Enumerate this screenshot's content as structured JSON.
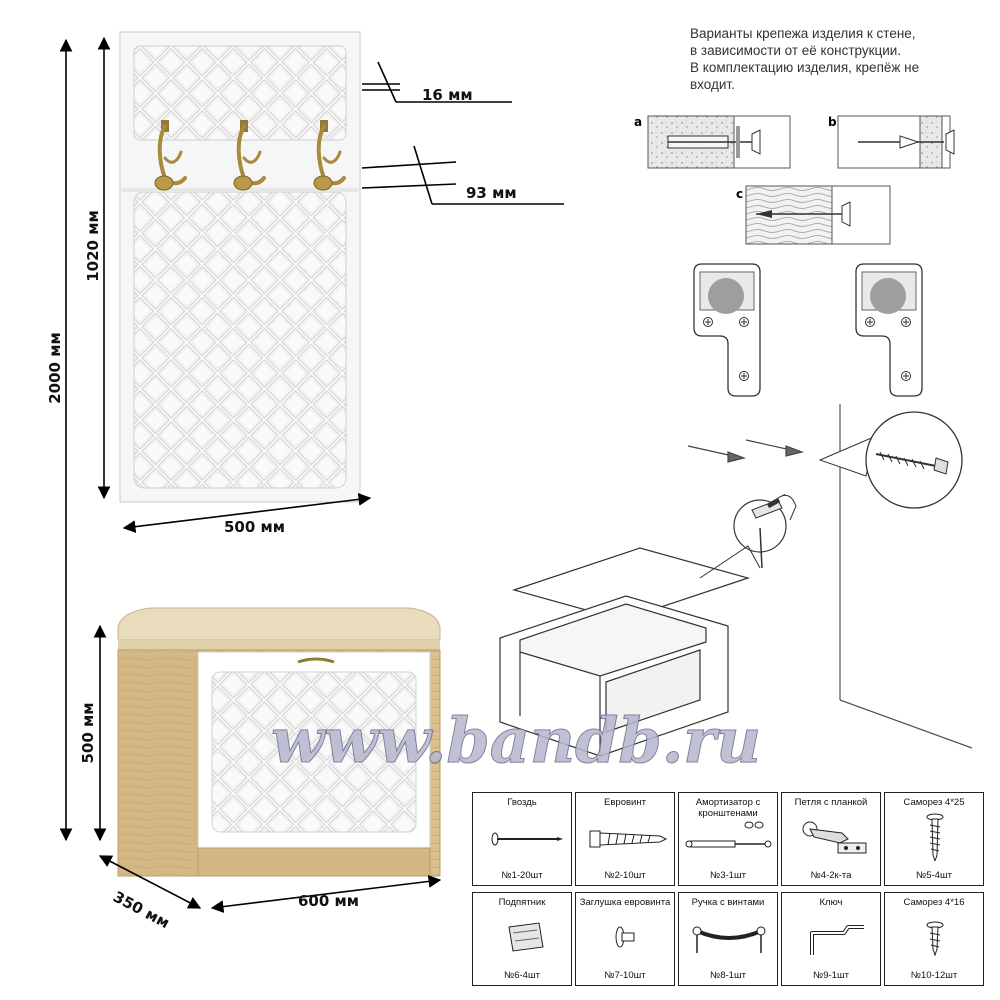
{
  "dimensions": {
    "panel_height": "1020 мм",
    "total_height": "2000 мм",
    "panel_width": "500 мм",
    "panel_thickness": "16 мм",
    "hook_depth": "93 мм",
    "bench_height": "500 мм",
    "bench_depth": "350 мм",
    "bench_width": "600 мм"
  },
  "mounting_note": {
    "lines": [
      "Варианты крепежа изделия к стене,",
      "в зависимости от её конструкции.",
      "В комплектацию изделия, крепёж не",
      "входит."
    ],
    "variants": [
      "a",
      "b",
      "c"
    ]
  },
  "watermark": "www.bandb.ru",
  "parts": [
    {
      "name": "Гвоздь",
      "qty": "№1-20шт",
      "icon": "nail-icon"
    },
    {
      "name": "Евровинт",
      "qty": "№2-10шт",
      "icon": "eurovint-icon"
    },
    {
      "name": "Амортизатор с кронштенами",
      "qty": "№3-1шт",
      "icon": "gas-strut-icon"
    },
    {
      "name": "Петля с планкой",
      "qty": "№4-2к-та",
      "icon": "hinge-icon"
    },
    {
      "name": "Саморез 4*25",
      "qty": "№5-4шт",
      "icon": "screw-icon"
    },
    {
      "name": "Подпятник",
      "qty": "№6-4шт",
      "icon": "foot-pad-icon"
    },
    {
      "name": "Заглушка евровинта",
      "qty": "№7-10шт",
      "icon": "cap-icon"
    },
    {
      "name": "Ручка с винтами",
      "qty": "№8-1шт",
      "icon": "handle-icon"
    },
    {
      "name": "Ключ",
      "qty": "№9-1шт",
      "icon": "hex-key-icon"
    },
    {
      "name": "Саморез 4*16",
      "qty": "№10-12шт",
      "icon": "short-screw-icon"
    }
  ],
  "colors": {
    "panel": "#f7f7f7",
    "oak": "#d9bf8e",
    "cushion": "#e9dcbc",
    "brass": "#a88a3c",
    "watermark": "#b7b7cf"
  }
}
